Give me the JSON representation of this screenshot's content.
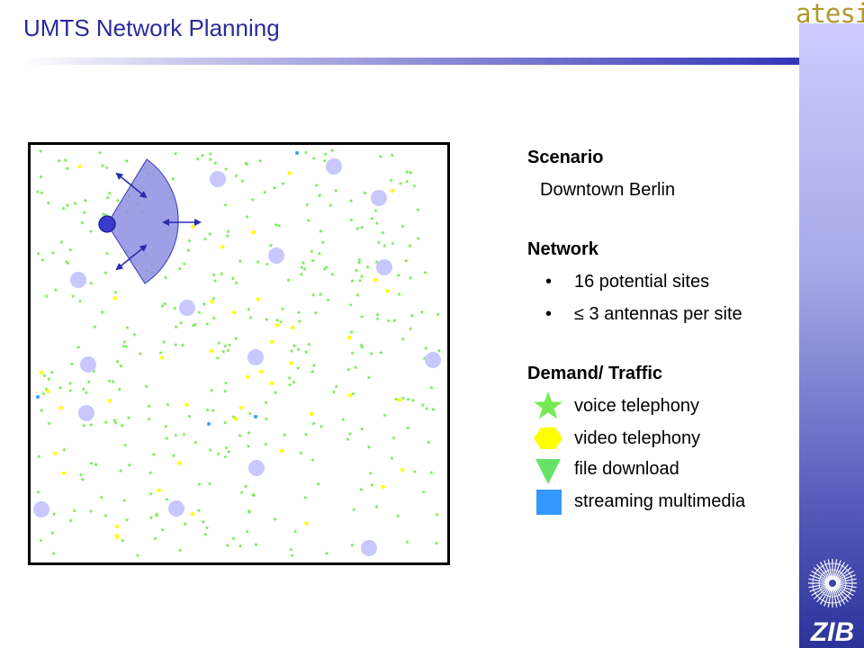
{
  "title": "UMTS Network Planning",
  "brand": {
    "logo_text": "atesio",
    "badge_text": "ZIB"
  },
  "colors": {
    "title": "#2a2a9a",
    "voice": "#76ea52",
    "video": "#ffff00",
    "file": "#66e266",
    "stream": "#3399ff",
    "site": "#c8c8ff",
    "sector": "#8e8ee0"
  },
  "scenario": {
    "heading": "Scenario",
    "value": "Downtown Berlin"
  },
  "network": {
    "heading": "Network",
    "items": [
      "16 potential sites",
      "≤ 3 antennas per site"
    ]
  },
  "demand": {
    "heading": "Demand/ Traffic",
    "items": [
      {
        "label": "voice telephony",
        "icon": "star-icon"
      },
      {
        "label": "video telephony",
        "icon": "hexagon-icon"
      },
      {
        "label": "file download",
        "icon": "triangle-down-icon"
      },
      {
        "label": "streaming multimedia",
        "icon": "square-icon"
      }
    ]
  }
}
